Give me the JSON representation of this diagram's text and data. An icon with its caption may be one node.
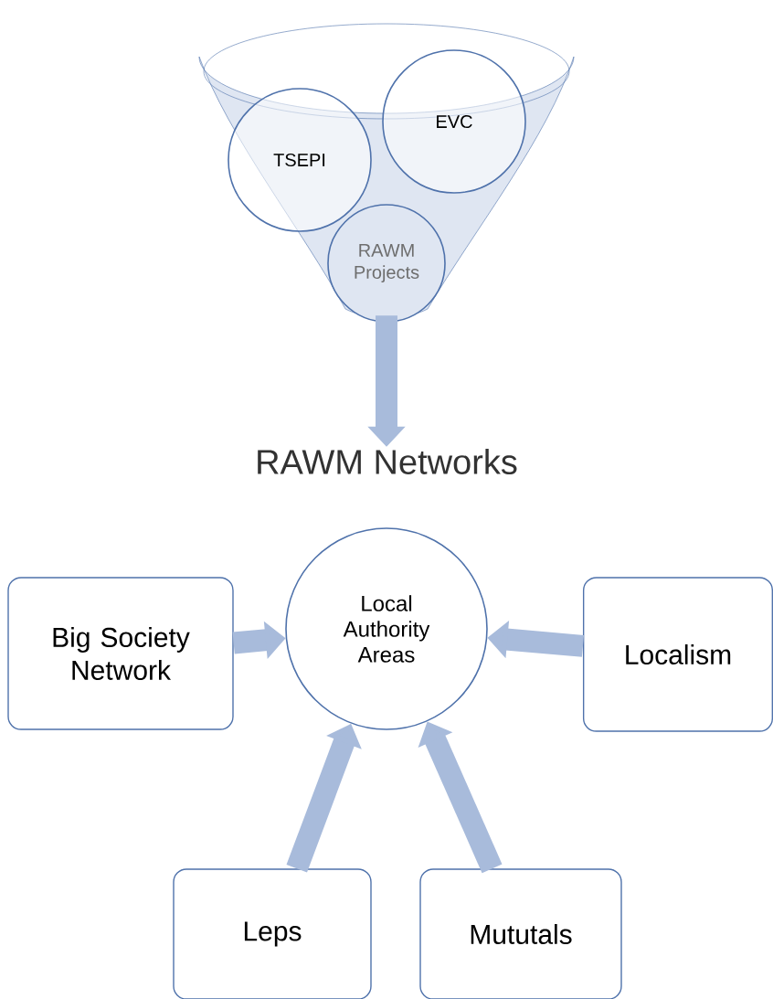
{
  "diagram": {
    "nodes": [
      {
        "text": [],
        "shape": "funnel"
      },
      {
        "text": [
          "TSEPI"
        ],
        "in": 0
      },
      {
        "text": [
          "EVC"
        ],
        "in": 0
      },
      {
        "text": [
          "RAWM Projects"
        ],
        "in": 0
      },
      {
        "text": [
          "RAWM Networks"
        ]
      },
      {
        "text": [
          "Local Authority Areas"
        ]
      },
      {
        "text": [
          "Big Society Network"
        ]
      },
      {
        "text": [
          "Localism"
        ]
      },
      {
        "text": [
          "Leps"
        ]
      },
      {
        "text": [
          "Mututals"
        ]
      }
    ],
    "edges": [
      {
        "from": 0,
        "to": 4,
        "arrow": "to"
      },
      {
        "from": 6,
        "to": 5,
        "arrow": "to"
      },
      {
        "from": 7,
        "to": 5,
        "arrow": "to"
      },
      {
        "from": 8,
        "to": 5,
        "arrow": "to"
      },
      {
        "from": 9,
        "to": 5,
        "arrow": "to"
      }
    ]
  }
}
